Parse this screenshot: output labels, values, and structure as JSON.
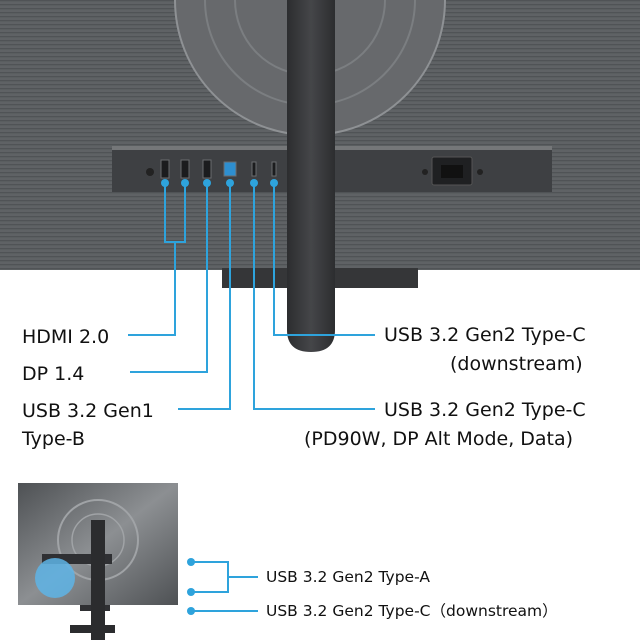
{
  "colors": {
    "callout": "#2ea3dc",
    "monitor_body": "#5d6063",
    "stand": "#3a3b3d",
    "background": "#ffffff"
  },
  "main_callouts": {
    "hdmi": "HDMI 2.0",
    "dp": "DP 1.4",
    "usb_b_line1": "USB 3.2 Gen1",
    "usb_b_line2": "Type-B",
    "usbc_down_line1": "USB 3.2 Gen2 Type-C",
    "usbc_down_line2": "(downstream)",
    "usbc_pd_line1": "USB 3.2 Gen2 Type-C",
    "usbc_pd_line2": "(PD90W, DP Alt Mode, Data)"
  },
  "side_callouts": {
    "usb_a": "USB 3.2 Gen2 Type-A",
    "usbc_down": "USB 3.2 Gen2 Type-C（downstream）"
  }
}
